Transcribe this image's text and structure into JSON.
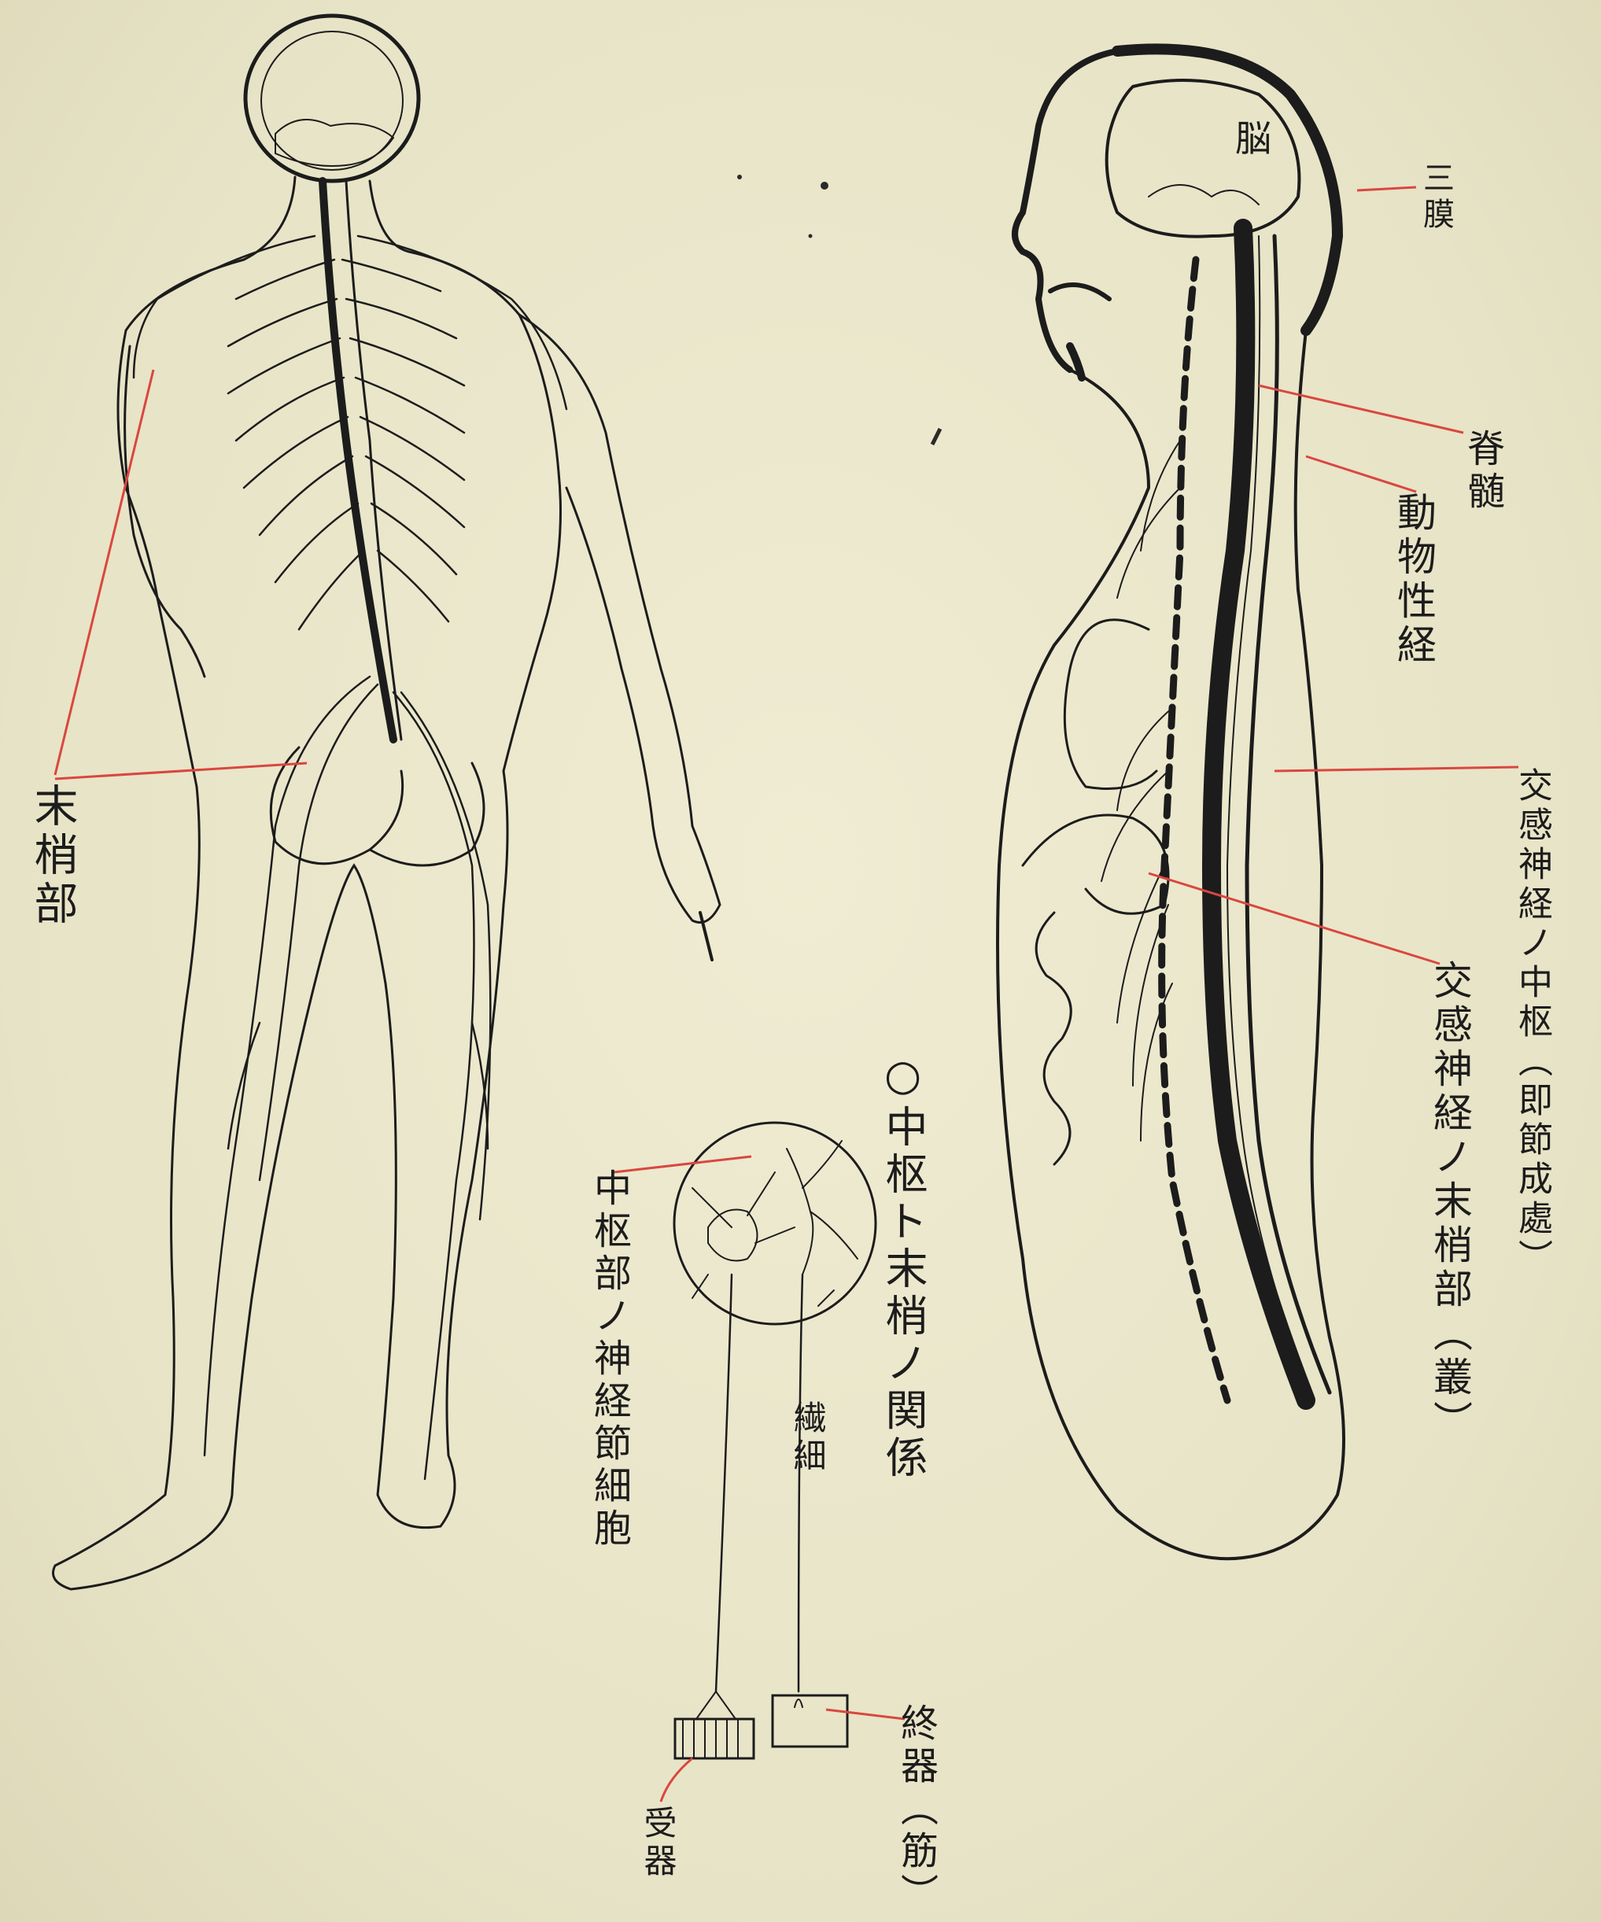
{
  "labels": {
    "brain": "脳",
    "meninges": "三膜",
    "spinal_cord": "脊髄",
    "animal_nerve": "動物性経",
    "sympathetic_center": "交感神経ノ中枢（即節成處）",
    "sympathetic_peripheral": "交感神経ノ末梢部（叢）",
    "peripheral_part": "末梢部",
    "center_periphery_relation": "○中枢ト末梢ノ関係",
    "central_nerve_cell": "中枢部ノ神経節細胞",
    "fiber": "繊細",
    "end_organ": "終器（筋）",
    "receptor": "受器"
  },
  "colors": {
    "paper": "#e9e6cc",
    "ink": "#1c1c1c",
    "leader_line": "#d9473f"
  }
}
